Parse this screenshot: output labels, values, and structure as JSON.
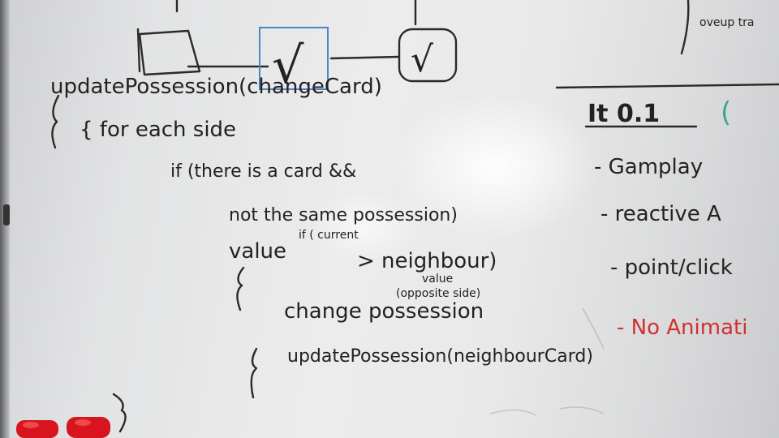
{
  "code": {
    "line1": "updatePossession(changeCard)",
    "line2": "{ for each side",
    "line3": "if (there is a card &&",
    "line4": "not the same possession)",
    "line5a": "if ( current",
    "line5b": "value",
    "line5c": "> neighbour)",
    "line6a": "value",
    "line6b": "(opposite side)",
    "line7": "change possession",
    "line8": "updatePossession(neighbourCard)"
  },
  "notes": {
    "top_right": "oveup tra",
    "heading": "It 0.1",
    "heading_paren": "(",
    "item1": "- Gamplay",
    "item2": "- reactive A",
    "item3": "- point/click",
    "item4": "- No Animati"
  },
  "diagram": {
    "check1": "√",
    "check2": "√"
  },
  "colors": {
    "ink": "#222222",
    "red_marker": "#d23030",
    "blue_box": "#4a86c8",
    "teal_paren": "#3aa88a",
    "magnet": "#d8141e"
  }
}
